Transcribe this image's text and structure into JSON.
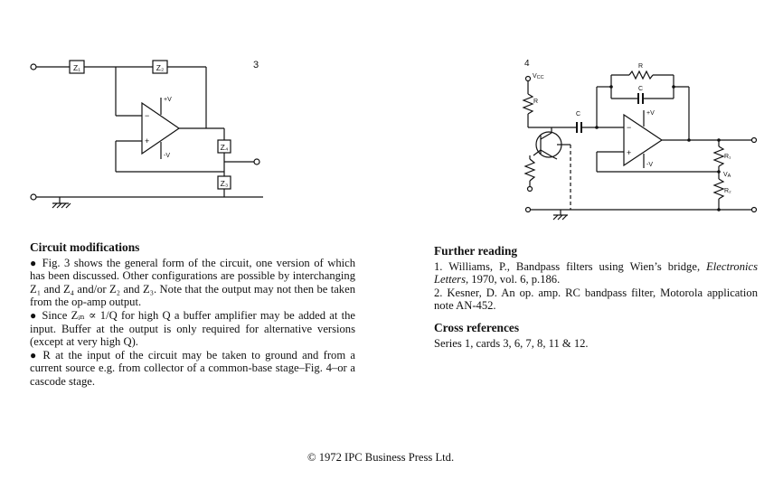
{
  "fig3": {
    "number": "3",
    "labels": {
      "z1": "Z₁",
      "z2": "Z₂",
      "z3": "Z₃",
      "z4": "Z₄",
      "pos_supply": "+V",
      "neg_supply": "-V",
      "minus": "−",
      "plus": "+"
    }
  },
  "fig4": {
    "number": "4",
    "labels": {
      "vcc": "V",
      "vcc_sub": "CC",
      "r": "R",
      "c_input": "C",
      "c_feedback": "C",
      "r_feedback": "R",
      "r1": "R₁",
      "r2": "R₂",
      "va": "V",
      "va_sub": "A",
      "pos_supply": "+V",
      "neg_supply": "-V",
      "minus": "−",
      "plus": "+"
    }
  },
  "circuit_modifications": {
    "heading": "Circuit modifications",
    "paragraphs": [
      "Fig. 3 shows the general form of the circuit, one version of which has been discussed. Other configurations are possible by interchanging Z₁ and Z₄ and/or Z₂ and Z₃. Note that the output may not then be taken from the op-amp output.",
      "Since Zᵢₙ ∝ 1/Q for high Q a buffer amplifier may be added at the input. Buffer at the output is only required for alternative versions (except at very high Q).",
      "R at the input of the circuit may be taken to ground and from a current source e.g. from collector of a common-base stage–Fig. 4–or a cascode stage."
    ]
  },
  "further_reading": {
    "heading": "Further reading",
    "item1_prefix": "1. Williams, P., Bandpass filters using Wien’s bridge,",
    "item1_journal": "Electronics Letters",
    "item1_suffix": ", 1970, vol. 6, p.186.",
    "item2": "2. Kesner, D. An op. amp. RC bandpass filter, Motorola application note AN-452."
  },
  "cross_references": {
    "heading": "Cross references",
    "text": "Series 1, cards 3, 6, 7, 8, 11 & 12."
  },
  "footer": "© 1972 IPC Business Press Ltd."
}
